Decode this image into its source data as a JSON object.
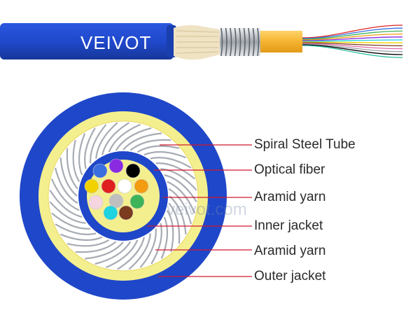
{
  "brand": "VEIVOT",
  "watermark": "veivot.com",
  "labels": [
    {
      "text": "Spiral Steel Tube"
    },
    {
      "text": "Optical fiber"
    },
    {
      "text": "Aramid yarn"
    },
    {
      "text": "Inner jacket"
    },
    {
      "text": "Aramid yarn"
    },
    {
      "text": "Outer jacket"
    }
  ],
  "colors": {
    "jacket_blue": "#1f47c9",
    "aramid_yellow": "#f4ef8e",
    "steel": "#c8ccd2",
    "leader_line": "#d0192e"
  },
  "fiber_colors": [
    "#3b6fe0",
    "#8a2be2",
    "#000000",
    "#f2d100",
    "#f5d6e0",
    "#d8d8d8",
    "#f39c12",
    "#ffffff",
    "#e02020",
    "#bfbfbf",
    "#1fd3e0",
    "#7a3b1e",
    "#3db35a"
  ]
}
